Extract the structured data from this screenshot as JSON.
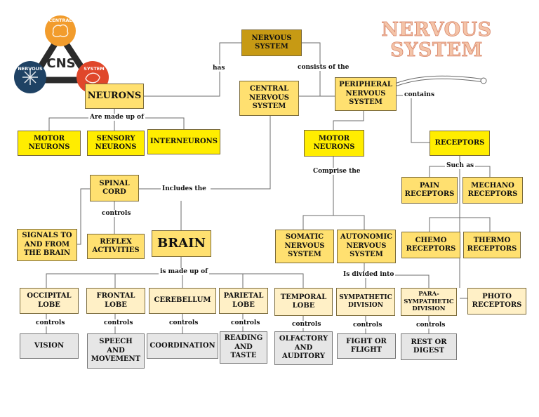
{
  "title": "NERVOUS\nSYSTEM",
  "logo": {
    "center": "CNS",
    "top": "CENTRAL",
    "left": "NERVOUS",
    "right": "SYSTEM"
  },
  "nodes": {
    "nervous_system": "NERVOUS\nSYSTEM",
    "central": "CENTRAL\nNERVOUS\nSYSTEM",
    "peripheral": "PERIPHERAL\nNERVOUS\nSYSTEM",
    "neurons": "NEURONS",
    "motor_neurons": "MOTOR\nNEURONS",
    "sensory_neurons": "SENSORY\nNEURONS",
    "interneurons": "INTERNEURONS",
    "motor_neurons_pns": "MOTOR\nNEURONS",
    "receptors": "RECEPTORS",
    "pain": "PAIN\nRECEPTORS",
    "mechano": "MECHANO\nRECEPTORS",
    "chemo": "CHEMO\nRECEPTORS",
    "thermo": "THERMO\nRECEPTORS",
    "photo": "PHOTO\nRECEPTORS",
    "spinal_cord": "SPINAL\nCORD",
    "signals": "SIGNALS TO\nAND FROM\nTHE BRAIN",
    "reflex": "REFLEX\nACTIVITIES",
    "brain": "BRAIN",
    "somatic": "SOMATIC\nNERVOUS\nSYSTEM",
    "autonomic": "AUTONOMIC\nNERVOUS\nSYSTEM",
    "occipital": "OCCIPITAL\nLOBE",
    "frontal": "FRONTAL\nLOBE",
    "cerebellum": "CEREBELLUM",
    "parietal": "PARIETAL\nLOBE",
    "temporal": "TEMPORAL\nLOBE",
    "sympathetic": "SYMPATHETIC\nDIVISION",
    "parasympathetic": "PARA-\nSYMPATHETIC\nDIVISION",
    "vision": "VISION",
    "speech": "SPEECH\nAND\nMOVEMENT",
    "coordination": "COORDINATION",
    "reading": "READING\nAND\nTASTE",
    "olfactory": "OLFACTORY\nAND\nAUDITORY",
    "fight": "FIGHT OR\nFLIGHT",
    "rest": "REST OR\nDIGEST"
  },
  "labels": {
    "has": "has",
    "consists_of": "consists of the",
    "contains": "contains",
    "are_made_up_of": "Are made up of",
    "comprise": "Comprise the",
    "such_as": "Such as",
    "includes": "Includes the",
    "controls_spinal": "controls",
    "is_made_up_of": "is made up of",
    "is_divided_into": "Is divided into",
    "controls_occipital": "controls",
    "controls_frontal": "controls",
    "controls_cerebellum": "controls",
    "controls_parietal": "controls",
    "controls_temporal": "controls",
    "controls_sympathetic": "controls",
    "controls_parasympathetic": "controls"
  }
}
